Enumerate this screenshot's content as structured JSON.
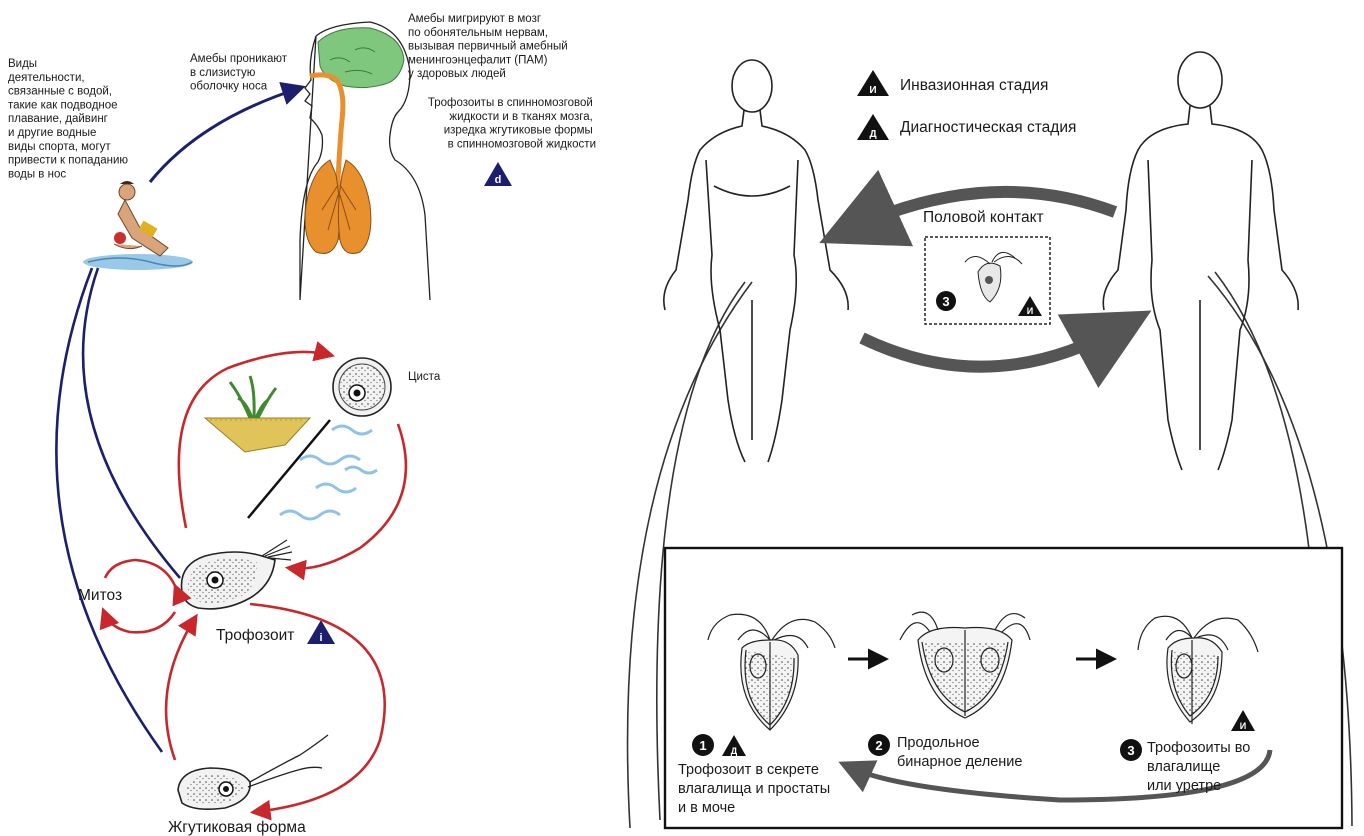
{
  "left": {
    "activities_text": [
      "Виды",
      "деятельности,",
      "связанные с водой,",
      "такие как подводное",
      "плавание, дайвинг",
      "и другие водные",
      "виды спорта, могут",
      "привести к попаданию",
      "воды в нос"
    ],
    "nose_text": [
      "Амебы проникают",
      "в слизистую",
      "оболочку носа"
    ],
    "brain_text": [
      "Амебы мигрируют в мозг",
      "по обонятельным нервам,",
      "вызывая первичный амебный",
      "менингоэнцефалит (ПАМ)",
      "у здоровых людей"
    ],
    "csf_text": [
      "Трофозоиты в спинномозговой",
      "жидкости и в тканях мозга,",
      "изредка жгутиковые формы",
      "в спинномозговой жидкости"
    ],
    "badge_d": "d",
    "badge_i": "i",
    "cyst_label": "Циста",
    "mitosis_label": "Митоз",
    "trophozoite_label": "Трофозоит",
    "flagellate_label": "Жгутиковая форма",
    "colors": {
      "red": "#c8282c",
      "navy": "#1c1f6e",
      "brain": "#7fc77d",
      "lungs": "#e8902e",
      "water": "#8fc3e6"
    }
  },
  "right": {
    "legend": [
      {
        "badge": "И",
        "label": "Инвазионная стадия"
      },
      {
        "badge": "Д",
        "label": "Диагностическая стадия"
      }
    ],
    "sexual_contact": "Половой контакт",
    "inset_number": "3",
    "inset_badge": "И",
    "stages": [
      {
        "number": "1",
        "badge": "Д",
        "lines": [
          "Трофозоит в секрете",
          "влагалища и простаты",
          "и в моче"
        ]
      },
      {
        "number": "2",
        "badge": "",
        "lines": [
          "Продольное",
          "бинарное деление"
        ]
      },
      {
        "number": "3",
        "badge": "И",
        "lines": [
          "Трофозоиты во",
          "влагалище",
          "или уретре"
        ]
      }
    ]
  }
}
